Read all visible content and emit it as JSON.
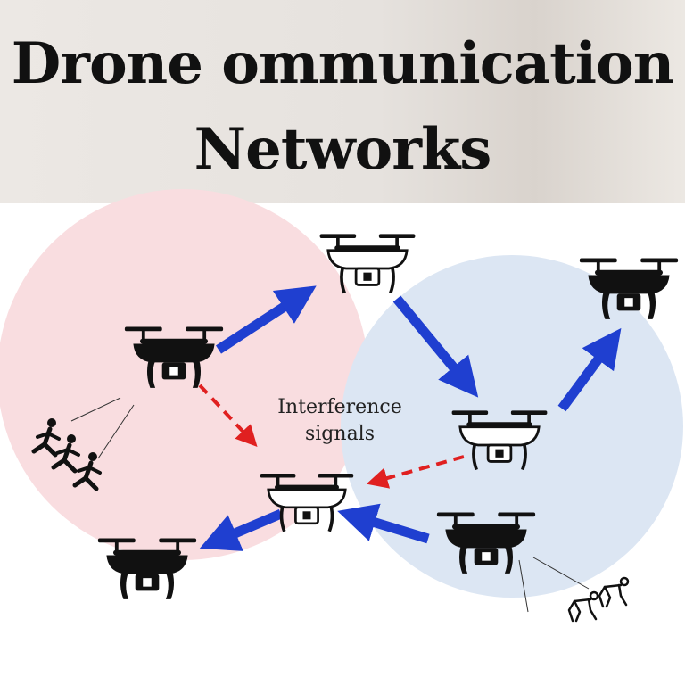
{
  "title": {
    "line1": "Drone ommunication",
    "line2": "Networks"
  },
  "annotation": {
    "line1": "Interference",
    "line2": "signals"
  },
  "colors": {
    "pink_zone": "#f9dde0",
    "blue_zone": "#dce6f3",
    "link_arrow": "#1f3fd0",
    "interference_arrow": "#e02020",
    "drone_dark": "#111111",
    "drone_light": "#ffffff"
  },
  "icons": {
    "drone": "quadcopter-drone-icon",
    "runners": "running-people-icon",
    "crawlers": "crawling-people-icon"
  }
}
